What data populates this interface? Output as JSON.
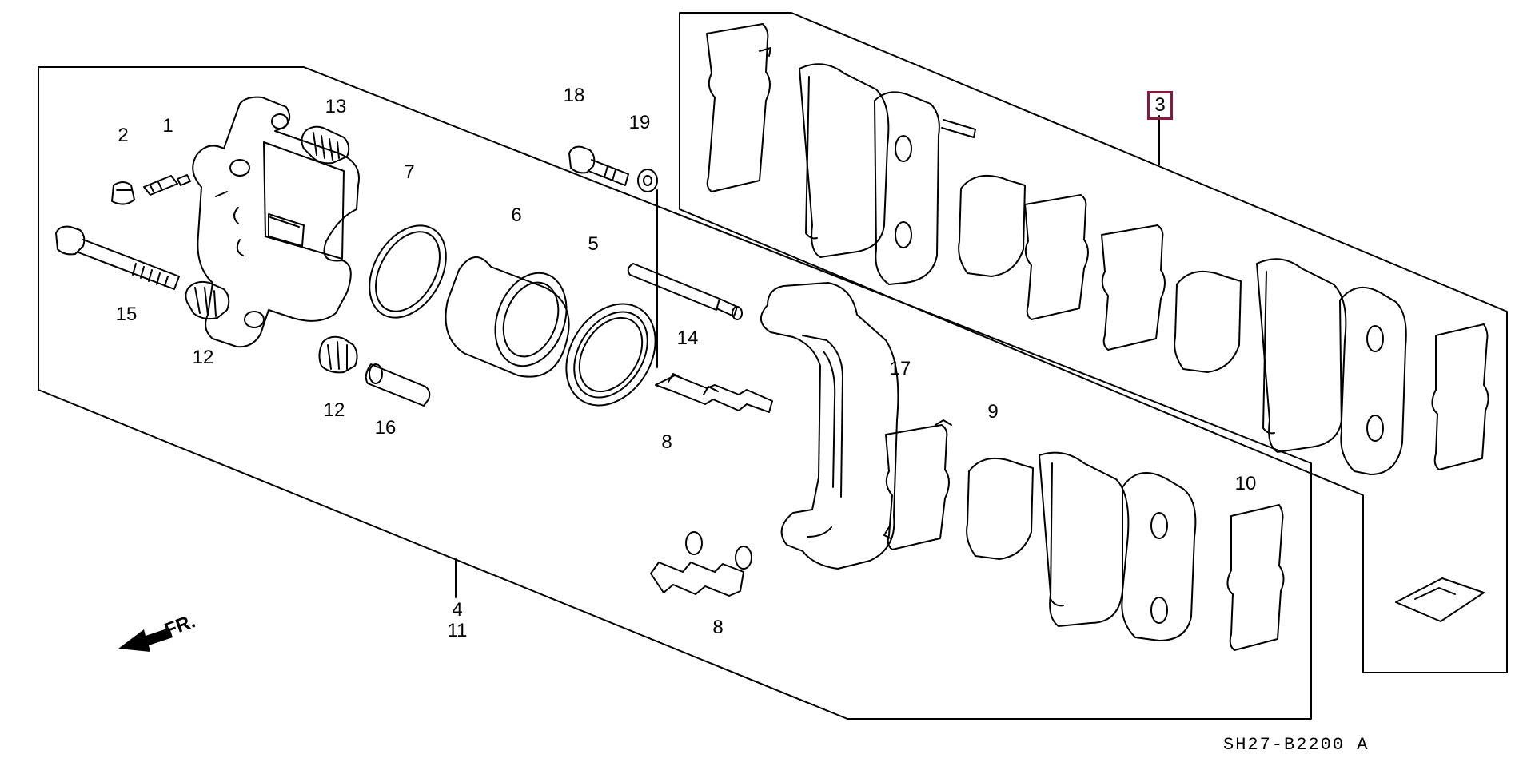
{
  "diagram": {
    "callouts": [
      {
        "id": "c1",
        "label": "1"
      },
      {
        "id": "c2",
        "label": "2"
      },
      {
        "id": "c4",
        "label": "4"
      },
      {
        "id": "c11",
        "label": "11"
      },
      {
        "id": "c5",
        "label": "5"
      },
      {
        "id": "c6",
        "label": "6"
      },
      {
        "id": "c7",
        "label": "7"
      },
      {
        "id": "c8a",
        "label": "8"
      },
      {
        "id": "c8b",
        "label": "8"
      },
      {
        "id": "c9",
        "label": "9"
      },
      {
        "id": "c10",
        "label": "10"
      },
      {
        "id": "c12a",
        "label": "12"
      },
      {
        "id": "c12b",
        "label": "12"
      },
      {
        "id": "c13",
        "label": "13"
      },
      {
        "id": "c14",
        "label": "14"
      },
      {
        "id": "c15",
        "label": "15"
      },
      {
        "id": "c16",
        "label": "16"
      },
      {
        "id": "c17",
        "label": "17"
      },
      {
        "id": "c18",
        "label": "18"
      },
      {
        "id": "c19",
        "label": "19"
      }
    ],
    "highlighted_callout": "3",
    "direction_label": "FR.",
    "diagram_code": "SH27-B2200 A",
    "highlight_color": "#8b1a3a"
  }
}
